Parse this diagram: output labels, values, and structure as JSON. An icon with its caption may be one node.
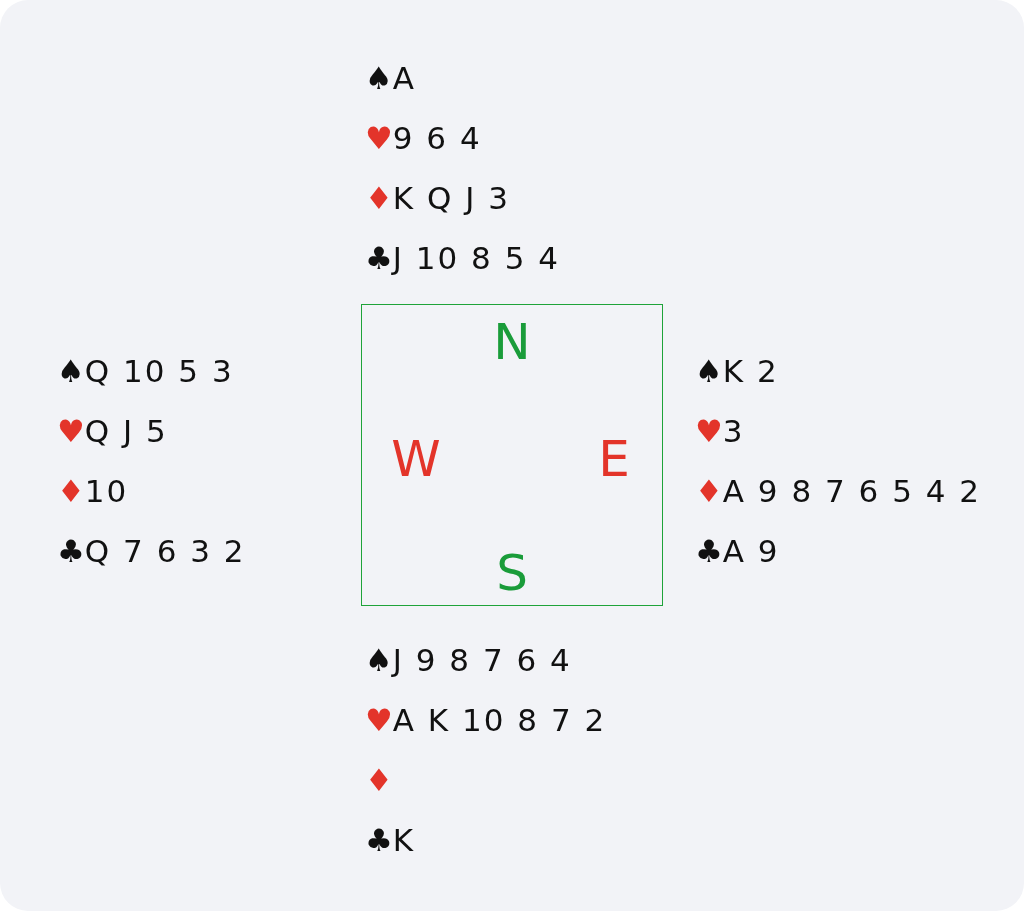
{
  "diagram": {
    "nodes": [
      {
        "text": [
          "N",
          "W",
          "E",
          "S"
        ]
      }
    ],
    "labels": [
      "♠A",
      "♥9 6 4",
      "♦K Q J 3",
      "♣J 10 8 5 4",
      "♠Q 10 5 3",
      "♥Q J 5",
      "♦10",
      "♣Q 7 6 3 2",
      "♠K 2",
      "♥3",
      "♦A 9 8 7 6 5 4 2",
      "♣A 9",
      "♠J 9 8 7 6 4",
      "♥A K 10 8 7 2",
      "♦",
      "♣K"
    ]
  }
}
